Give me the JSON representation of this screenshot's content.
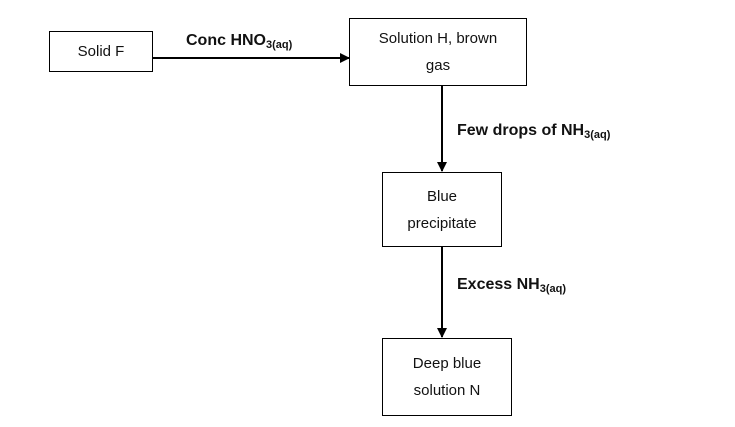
{
  "diagram": {
    "nodes": {
      "solid_f": {
        "lines": [
          "Solid F"
        ]
      },
      "solution_h": {
        "lines": [
          "Solution H, brown",
          "gas"
        ]
      },
      "blue_precipitate": {
        "lines": [
          "Blue",
          "precipitate"
        ]
      },
      "deep_blue_solution": {
        "lines": [
          "Deep blue",
          "solution N"
        ]
      }
    },
    "edges": {
      "f_to_h": {
        "text": "Conc HNO",
        "sub": "3(aq)"
      },
      "h_to_precipitate": {
        "text": "Few drops of NH",
        "sub": "3(aq)"
      },
      "precipitate_to_n": {
        "text": "Excess NH",
        "sub": "3(aq)"
      }
    }
  }
}
